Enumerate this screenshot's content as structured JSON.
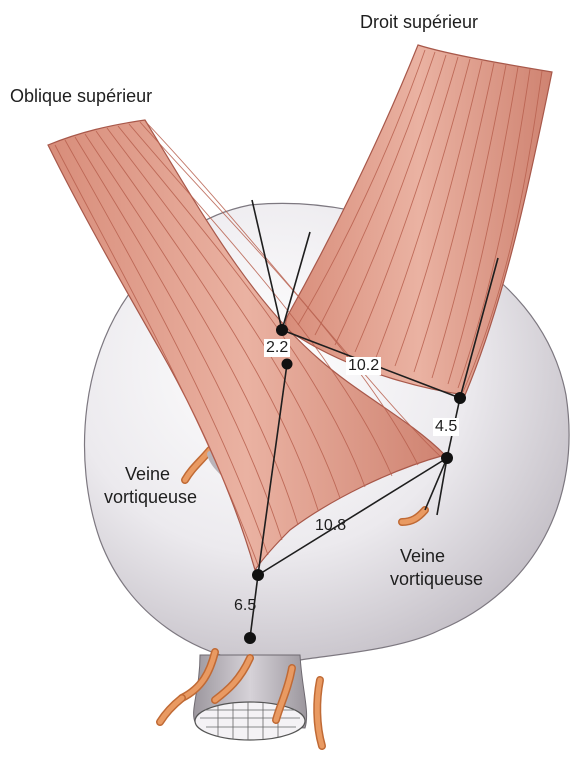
{
  "labels": {
    "superior_oblique": "Oblique supérieur",
    "superior_rectus": "Droit supérieur",
    "vortex_vein_left_line1": "Veine",
    "vortex_vein_left_line2": "vortiqueuse",
    "vortex_vein_right_line1": "Veine",
    "vortex_vein_right_line2": "vortiqueuse"
  },
  "distances": {
    "d_2_2": "2.2",
    "d_10_2": "10.2",
    "d_4_5": "4.5",
    "d_10_8": "10.8",
    "d_6_5": "6.5"
  },
  "colors": {
    "globe": "#e9e6ea",
    "muscle": "#e0a08e",
    "muscle_fiber": "#b55c4a",
    "vein": "#d9824a",
    "line": "#1e1e1e"
  }
}
